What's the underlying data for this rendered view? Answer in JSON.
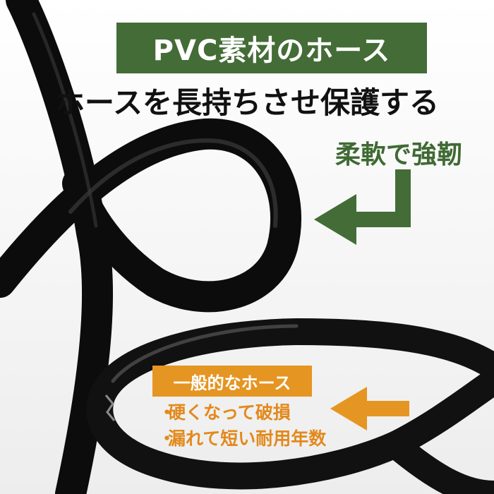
{
  "banner": {
    "text": "PVC素材のホース"
  },
  "headline": {
    "text": "ホースを長持ちさせ保護する"
  },
  "tagline": {
    "text": "柔軟で強靭"
  },
  "badge": {
    "text": "一般的なホース"
  },
  "points": [
    {
      "text": "硬くなって破損"
    },
    {
      "text": "漏れて短い耐用年数"
    }
  ],
  "bullet": "・",
  "colors": {
    "green": "#446c37",
    "orange": "#e59522",
    "hose": "#0c0c0c",
    "text_dark": "#111111",
    "text_green": "#3f6a33",
    "text_orange": "#e3891c"
  }
}
